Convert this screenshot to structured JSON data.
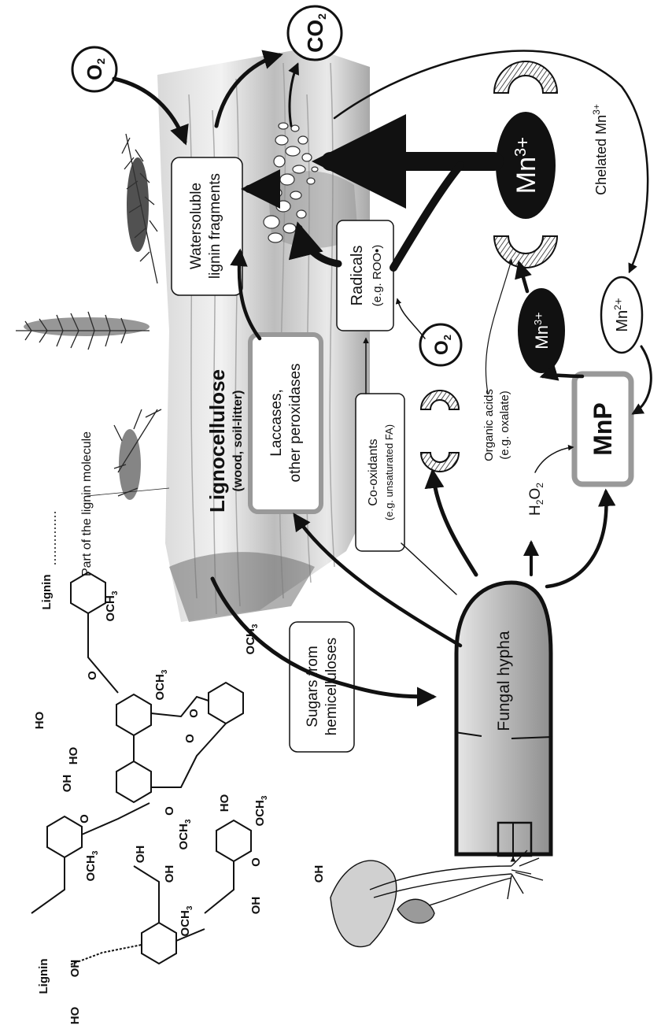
{
  "labels": {
    "o2": "O",
    "o2_sub": "2",
    "co2": "CO",
    "co2_sub": "2",
    "watersoluble_line1": "Watersoluble",
    "watersoluble_line2": "lignin fragments",
    "chelated_mn": "Chelated Mn",
    "chelated_mn_sup": "3+",
    "mn3_big": "Mn",
    "mn3_big_sup": "3",
    "mn3_small": "Mn",
    "mn3_small_sup": "3",
    "mn2": "Mn",
    "mn2_sup": "2",
    "radicals_line1": "Radicals",
    "radicals_line2": "(e.g. ROO•)",
    "lignocellulose": "Lignocellulose",
    "lignocellulose_sub": "(wood, soil-litter)",
    "laccases_line1": "Laccases,",
    "laccases_line2": "other peroxidases",
    "cooxidants_line1": "Co-oxidants",
    "cooxidants_line2": "(e.g. unsaturated FA)",
    "organic_acids_line1": "Organic acids",
    "organic_acids_line2": "(e.g. oxalate)",
    "mnp": "MnP",
    "h2o2_h": "H",
    "h2o2_2a": "2",
    "h2o2_o": "O",
    "h2o2_2b": "2",
    "sugars_line1": "Sugars from",
    "sugars_line2": "hemicelluloses",
    "fungal_hypha": "Fungal hypha",
    "part_of_lignin": "Part of the lignin molecule",
    "plus": "+"
  },
  "chem": {
    "lignin_top": "Lignin",
    "lignin_bottom": "Lignin",
    "och3": "OCH",
    "sub3": "3",
    "ho": "HO",
    "oh": "OH",
    "o": "O"
  },
  "colors": {
    "ink": "#111111",
    "gray_box": "#9a9a9a",
    "hypha_fill": "#bdbdbd",
    "wood_light": "#e8e8e8",
    "wood_dark": "#8c8c8c"
  }
}
